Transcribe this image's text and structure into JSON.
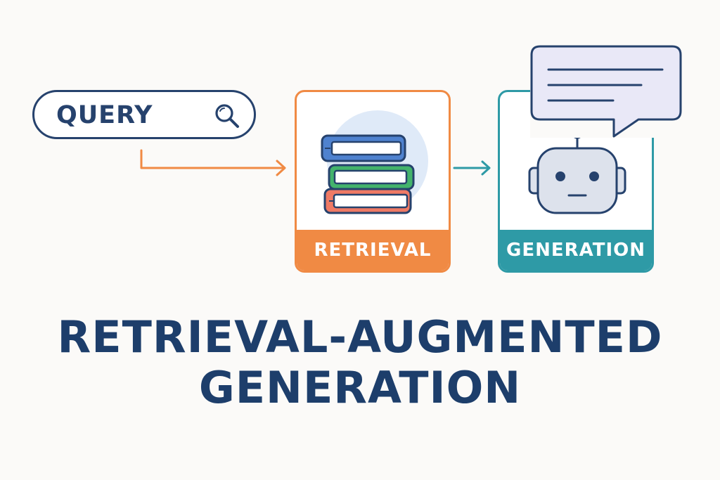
{
  "query": {
    "label": "QUERY",
    "icon": "search-icon"
  },
  "retrieval": {
    "label": "RETRIEVAL",
    "icon": "books-icon"
  },
  "generation": {
    "label": "GENERATION",
    "icon": "robot-icon",
    "speech_icon": "speech-bubble-icon"
  },
  "title": {
    "line1": "RETRIEVAL-AUGMENTED",
    "line2": "GENERATION"
  },
  "colors": {
    "navy": "#26426d",
    "title": "#1d3e6b",
    "orange": "#f08a44",
    "teal": "#2e9aa6",
    "bubble_fill": "#e9e8f7",
    "robot_fill": "#dde2ec",
    "glow": "#dfeaf8",
    "book_blue": "#4f82cf",
    "book_green": "#43b36c",
    "book_coral": "#ef7a65"
  }
}
